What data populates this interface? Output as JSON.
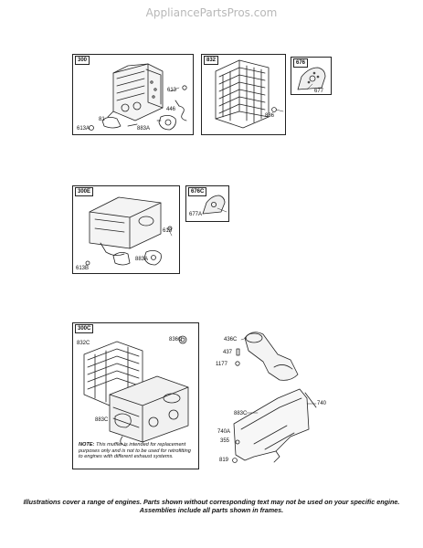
{
  "watermark": "AppliancePartsPros.com",
  "frames": {
    "f300": {
      "label": "300"
    },
    "f832": {
      "label": "832"
    },
    "f676": {
      "label": "676"
    },
    "f300e": {
      "label": "300E"
    },
    "f676c": {
      "label": "676C"
    },
    "f300c": {
      "label": "300C"
    }
  },
  "callouts": {
    "c613": "613",
    "c446": "446",
    "c81": "81",
    "c613a": "613A",
    "c883a": "883A",
    "c836": "836",
    "c677": "677",
    "c677a": "677A",
    "c613_e": "613",
    "c883a_e": "883A",
    "c613b": "613B",
    "c836c": "836C",
    "c832c": "832C",
    "c883c": "883C",
    "c436c": "436C",
    "c437": "437",
    "c1177": "1177",
    "c740": "740",
    "c883c_r": "883C",
    "c740a": "740A",
    "c355": "355",
    "c819": "819"
  },
  "note": {
    "lead": "NOTE:",
    "text": "This muffler is intended for replacement purposes only and is not to be used for retrofitting to engines with different exhaust systems."
  },
  "disclaimer": {
    "line1": "Illustrations cover a range of engines. Parts shown without corresponding text may not be used on your specific engine.",
    "line2": "Assemblies include all parts shown in frames."
  }
}
